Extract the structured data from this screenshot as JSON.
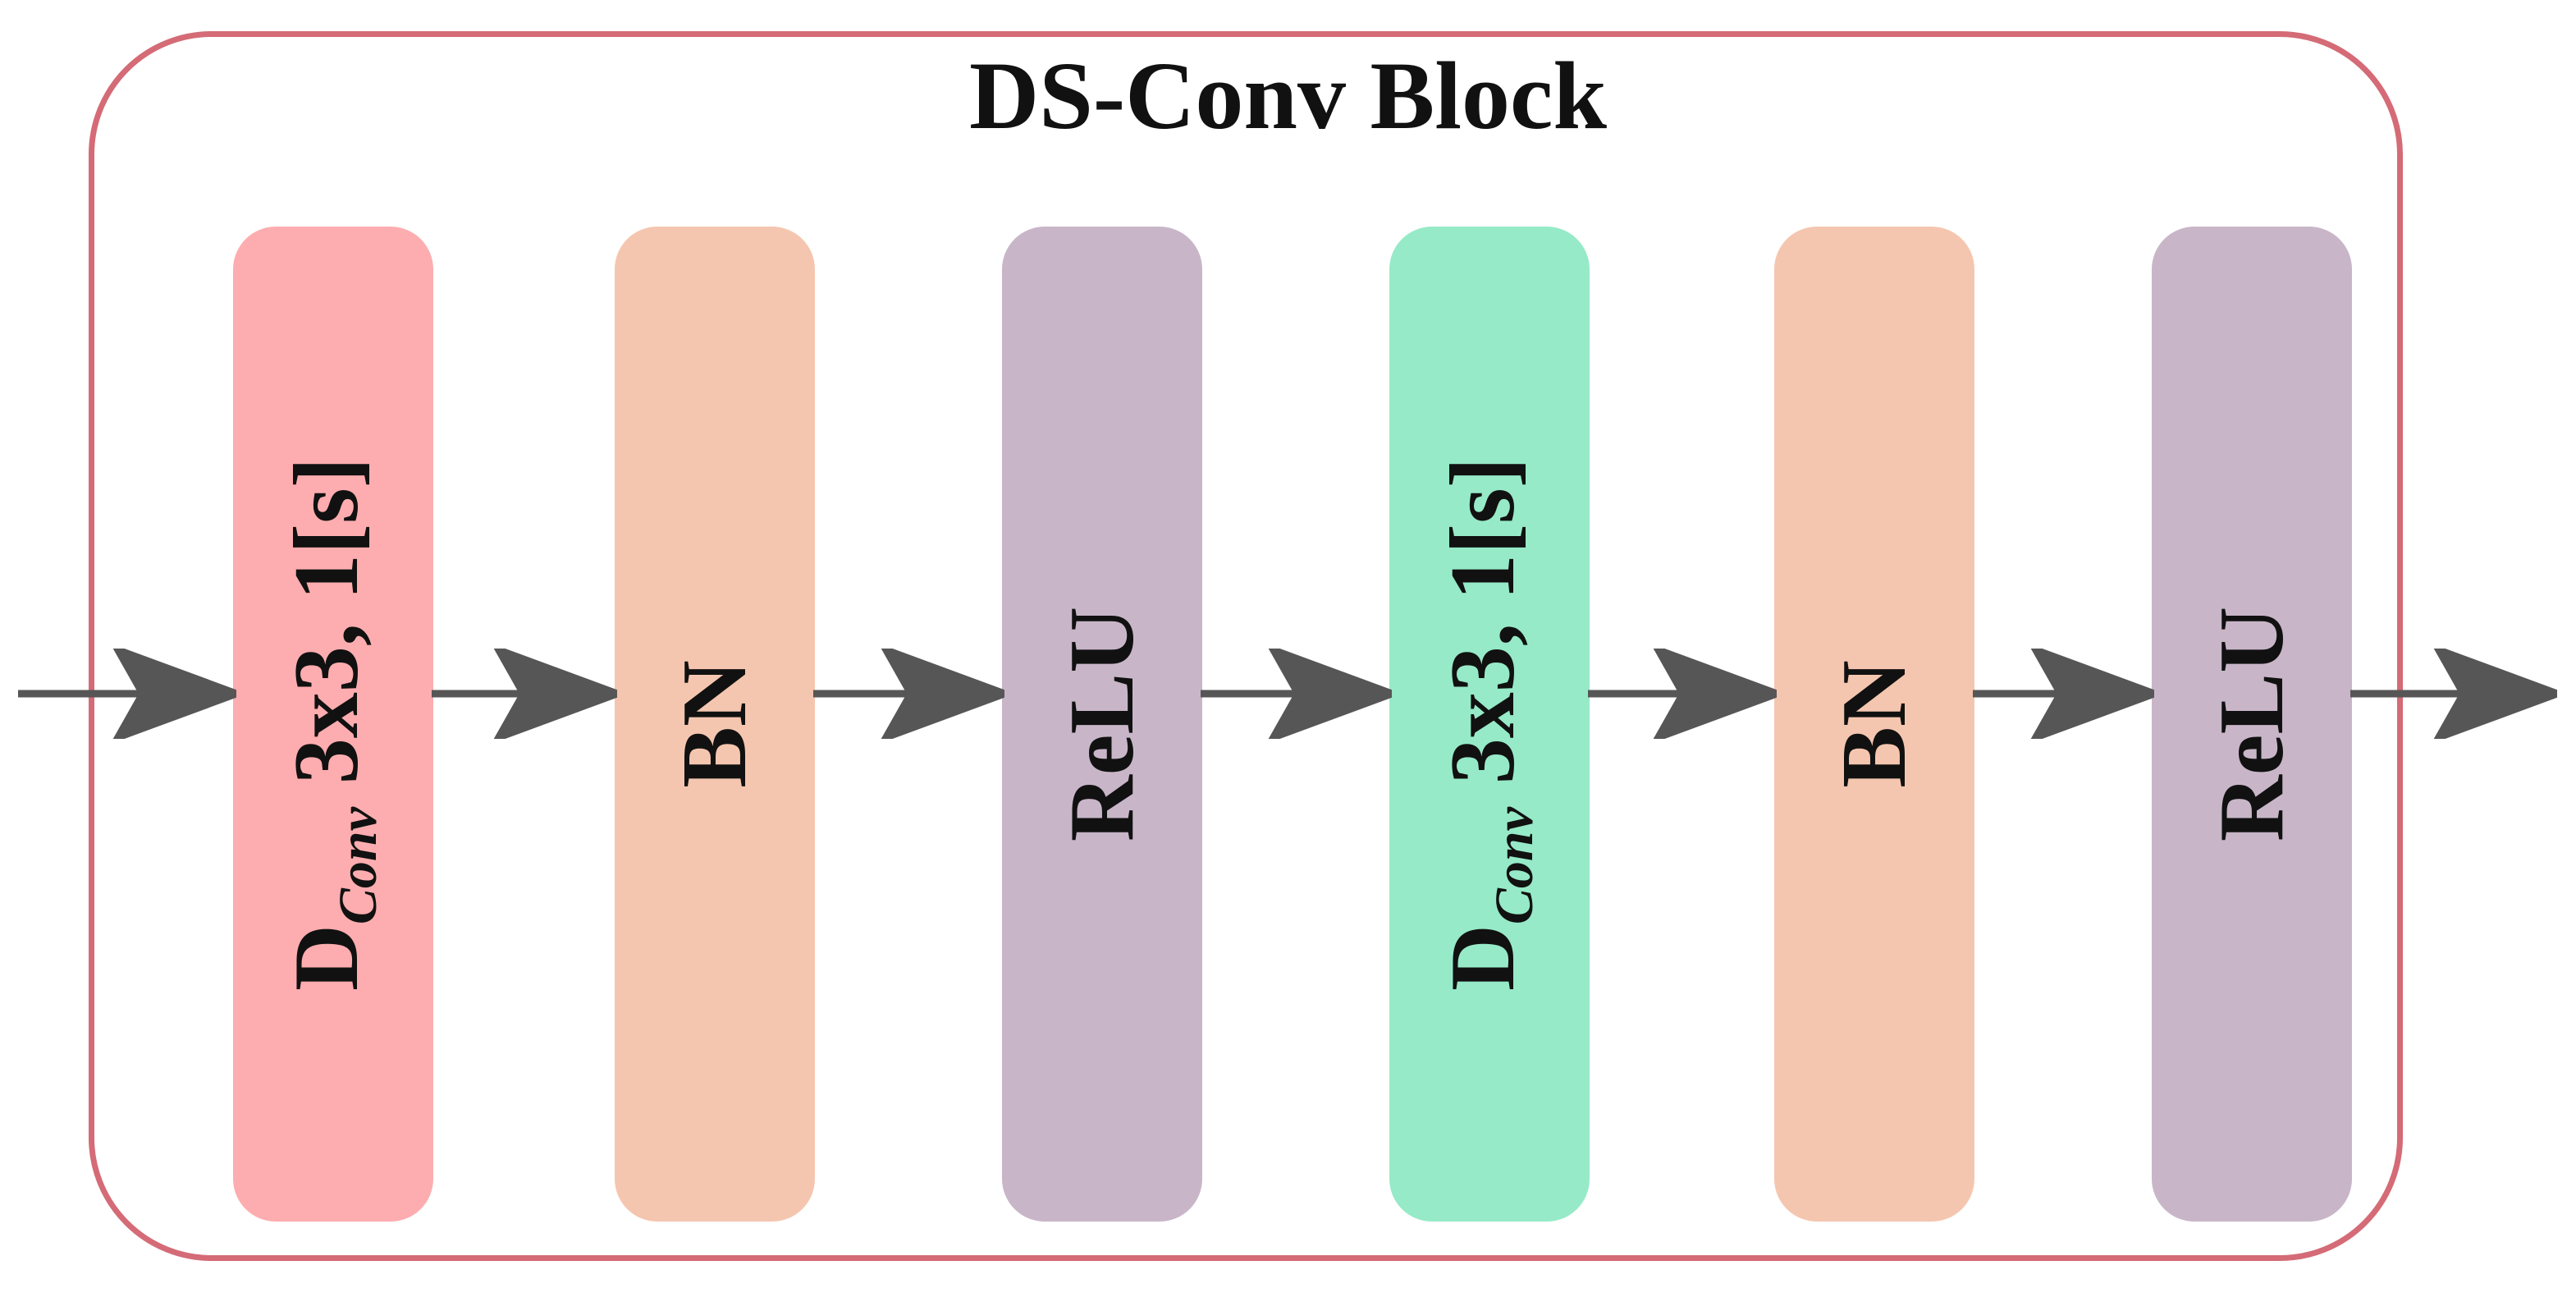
{
  "title": "DS-Conv Block",
  "layers": [
    {
      "name": "D",
      "sub": "Conv",
      "params": "3x3, 1[s]",
      "color": "#fdadaf"
    },
    {
      "name": "BN",
      "sub": "",
      "params": "",
      "color": "#f5c6af"
    },
    {
      "name": "ReLU",
      "sub": "",
      "params": "",
      "color": "#c8b6c8"
    },
    {
      "name": "D",
      "sub": "Conv",
      "params": "3x3, 1[s]",
      "color": "#96eac8"
    },
    {
      "name": "BN",
      "sub": "",
      "params": "",
      "color": "#f5c6af"
    },
    {
      "name": "ReLU",
      "sub": "",
      "params": "",
      "color": "#c8b6c8"
    }
  ],
  "colors": {
    "frame": "#d46b76",
    "arrow": "#565656",
    "text": "#111111"
  }
}
